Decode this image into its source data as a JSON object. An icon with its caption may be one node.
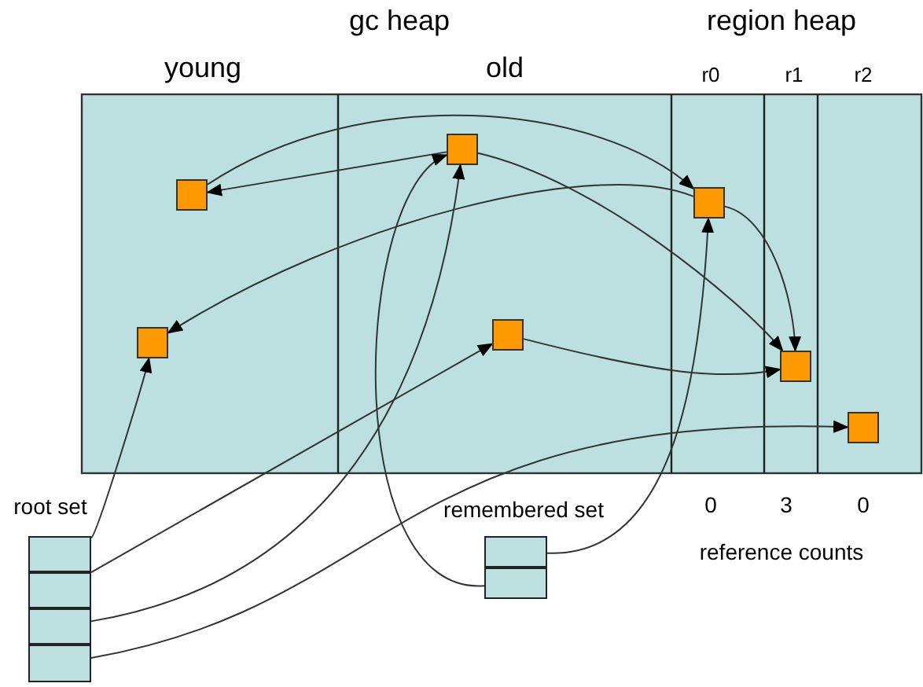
{
  "diagram": {
    "nodes": [
      {
        "text": [],
        "shape": "box"
      },
      {
        "text": [],
        "shape": "box"
      },
      {
        "text": [],
        "shape": "box"
      },
      {
        "text": [],
        "shape": "box"
      },
      {
        "text": [],
        "shape": "box"
      },
      {
        "text": [],
        "shape": "box"
      },
      {
        "text": [],
        "shape": "box"
      },
      {
        "text": [],
        "shape": "box"
      },
      {
        "text": [],
        "shape": "box"
      },
      {
        "text": [],
        "shape": "box"
      },
      {
        "text": [],
        "shape": "box"
      },
      {
        "text": [],
        "shape": "box"
      },
      {
        "text": [],
        "shape": "box"
      }
    ],
    "edges": [
      {
        "from": 0,
        "to": 4,
        "arrow": "to"
      },
      {
        "from": 2,
        "to": 0,
        "arrow": "to"
      },
      {
        "from": 2,
        "to": 5,
        "arrow": "to"
      },
      {
        "from": 4,
        "to": 1,
        "arrow": "to"
      },
      {
        "from": 4,
        "to": 5,
        "arrow": "to"
      },
      {
        "from": 3,
        "to": 5,
        "arrow": "to"
      },
      {
        "from": 7,
        "to": 1,
        "arrow": "to"
      },
      {
        "from": 8,
        "to": 3,
        "arrow": "to"
      },
      {
        "from": 9,
        "to": 2,
        "arrow": "to"
      },
      {
        "from": 10,
        "to": 6,
        "arrow": "to"
      },
      {
        "from": 12,
        "to": 2,
        "arrow": "to"
      },
      {
        "from": 11,
        "to": 4,
        "arrow": "to"
      }
    ],
    "labels": [
      "gc heap",
      "region heap",
      "young",
      "old",
      "r0",
      "r1",
      "r2",
      "root set",
      "remembered set",
      "0",
      "3",
      "0",
      "reference counts"
    ]
  }
}
